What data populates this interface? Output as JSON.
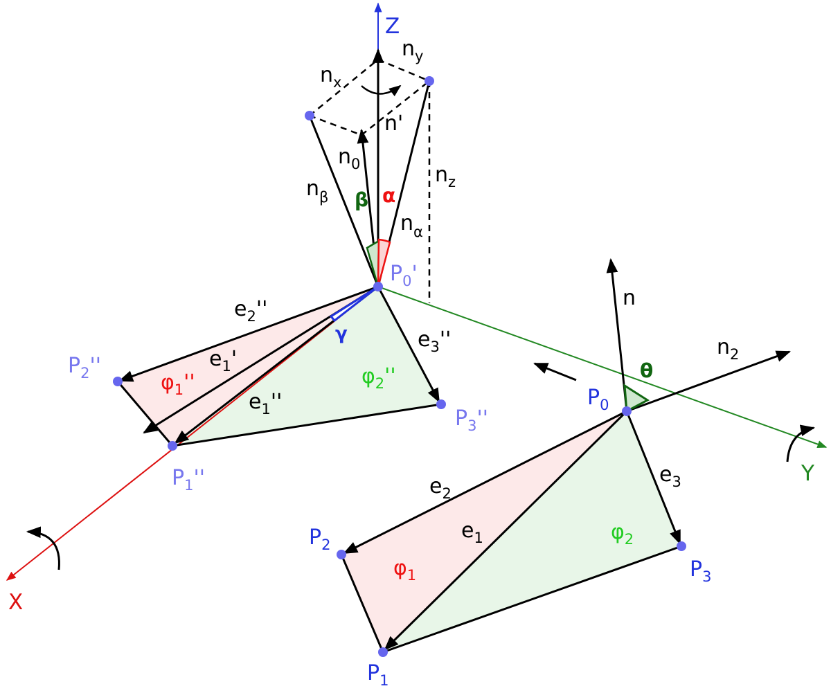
{
  "colors": {
    "x_axis": "#dd1111",
    "y_axis": "#228822",
    "z_axis": "#2233dd",
    "point": "#6666ee",
    "point_label": "#7777ee",
    "red_label": "#ee1111",
    "green_label": "#22cc22",
    "dark_green": "#116611",
    "pink_fill": "#fde9e9",
    "green_fill": "#e8f6e8"
  },
  "axes": {
    "x": "X",
    "y": "Y",
    "z": "Z"
  },
  "normal_labels": {
    "n": "n",
    "n2_main": "n",
    "n2_sub": "2",
    "nx_sub": "x",
    "ny_sub": "y",
    "nz_sub": "z",
    "n0_sub": "0",
    "nprime": "n'",
    "nbeta_sub": "β",
    "nalpha_sub": "α"
  },
  "angles": {
    "alpha": "α",
    "beta": "β",
    "gamma": "γ",
    "theta": "θ"
  },
  "points": {
    "P": "P",
    "p0_sub": "0",
    "p1_sub": "1",
    "p2_sub": "2",
    "p3_sub": "3",
    "p0_prime_sub": "0",
    "single_prime": "'",
    "double_prime": "''"
  },
  "edges": {
    "e": "e",
    "e1_sub": "1",
    "e2_sub": "2",
    "e3_sub": "3",
    "single_prime": "'",
    "double_prime": "''"
  },
  "regions": {
    "phi": "φ",
    "phi1_sub": "1",
    "phi2_sub": "2",
    "double_prime": "''"
  }
}
